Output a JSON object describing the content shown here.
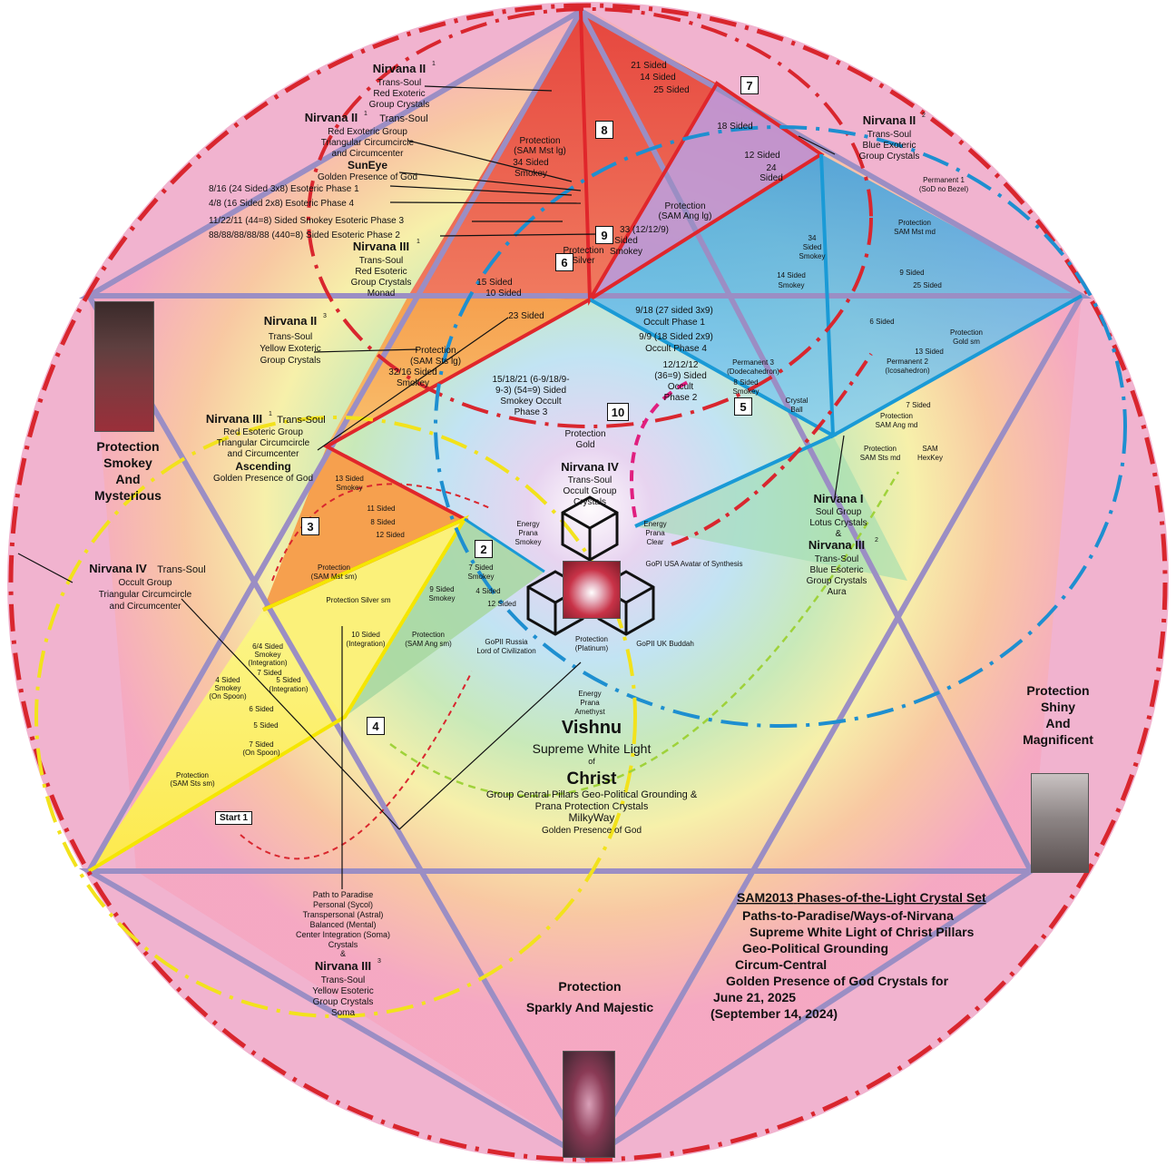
{
  "colors": {
    "background_circle": "#f1b3cf",
    "red_dash": "#d9262e",
    "yellow_dash": "#f2e21c",
    "blue_dash": "#1e8fd0",
    "green_dash": "#9fd23a",
    "triangle_edge": "#9b8ec4",
    "red_edge": "#e0262b",
    "yellow_edge": "#f5e600",
    "blue_edge": "#1a9ad6"
  },
  "labels": {
    "n2_red_title": "Nirvana II",
    "n2_red_l1": "Trans-Soul",
    "n2_red_l2": "Red Exoteric",
    "n2_red_l3": "Group Crystals",
    "n2t_red_title": "Nirvana II",
    "n2t_red_title_rest": "Trans-Soul",
    "n2t_red_l1": "Red Exoteric Group",
    "n2t_red_l2": "Triangular Circumcircle",
    "n2t_red_l3": "and Circumcenter",
    "suneye": "SunEye",
    "suneye_sub": "Golden Presence of God",
    "phase1": "8/16 (24 Sided 3x8) Esoteric Phase 1",
    "phase4": "4/8 (16 Sided 2x8) Esoteric Phase 4",
    "phase3": "11/22/11 (44=8) Sided Smokey Esoteric Phase 3",
    "phase2": "88/88/88/88/88 (440=8) Sided Esoteric Phase 2",
    "n3_red_title": "Nirvana III",
    "n3_red_l1": "Trans-Soul",
    "n3_red_l2": "Red  Esoteric",
    "n3_red_l3": "Group Crystals",
    "n3_red_l4": "Monad",
    "top_21": "21 Sided",
    "top_14": "14 Sided",
    "top_25": "25 Sided",
    "top_34": "34 Sided",
    "top_smokey": "Smokey",
    "top_prot": "Protection",
    "top_prot_sub": "(SAM Mst lg)",
    "s18": "18 Sided",
    "s12": "12 Sided",
    "s24a": "24",
    "s24b": "Sided",
    "prot_ang": "Protection",
    "prot_ang_sub": "(SAM Ang lg)",
    "s33a": "33 (12/12/9)",
    "s33b": "Sided",
    "s33c": "Smokey",
    "prot_silver": "Protection",
    "prot_silver_sub": "Silver",
    "n2_blue_title": "Nirvana II",
    "n2_blue_l1": "Trans-Soul",
    "n2_blue_l2": "Blue Exoteric",
    "n2_blue_l3": "Group Crystals",
    "perm1": "Permanent 1",
    "perm1_sub": "(SoD no Bezel)",
    "prot_mst_md": "Protection",
    "prot_mst_md_sub": "SAM Mst md",
    "s34_smokey_a": "34",
    "s34_smokey_b": "Sided",
    "s34_smokey_c": "Smokey",
    "s14_smokey_a": "14 Sided",
    "s14_smokey_b": "Smokey",
    "s9": "9 Sided",
    "s25": "25 Sided",
    "s6": "6 Sided",
    "prot_gold_sm": "Protection",
    "prot_gold_sm_sub": "Gold sm",
    "s13": "13 Sided",
    "perm2": "Permanent 2",
    "perm2_sub": "(Icosahedron)",
    "perm3": "Permanent 3",
    "perm3_sub": "(Dodecahedron)",
    "s8_smokey_a": "8 Sided",
    "s8_smokey_b": "Smokey",
    "crystal_ball_a": "Crystal",
    "crystal_ball_b": "Ball",
    "s7": "7 Sided",
    "prot_ang_md": "Protection",
    "prot_ang_md_sub": "SAM Ang md",
    "prot_sts_md": "Protection",
    "prot_sts_md_sub": "SAM Sts md",
    "sam_hexkey_a": "SAM",
    "sam_hexkey_b": "HexKey",
    "s15": "15 Sided",
    "s10": "10 Sided",
    "s23": "23 Sided",
    "n2_yellow_title": "Nirvana II",
    "n2_yellow_l1": "Trans-Soul",
    "n2_yellow_l2": "Yellow Exoteric",
    "n2_yellow_l3": "Group Crystals",
    "prot_sts_lg": "Protection",
    "prot_sts_lg_sub": "(SAM Sts lg)",
    "s32_16": "32/16 Sided",
    "s32_smokey": "Smokey",
    "occ1_a": "9/18 (27 sided 3x9)",
    "occ1_b": "Occult Phase 1",
    "occ4_a": "9/9 (18 Sided 2x9)",
    "occ4_b": "Occult Phase 4",
    "occ3_a": "15/18/21 (6-9/18/9-",
    "occ3_b": "9-3) (54=9) Sided",
    "occ3_c": "Smokey Occult",
    "occ3_d": "Phase 3",
    "occ2_a": "12/12/12",
    "occ2_b": "(36=9) Sided",
    "occ2_c": "Occult",
    "occ2_d": "Phase 2",
    "prot_gold": "Protection",
    "prot_gold_sub": "Gold",
    "n4_occult_title": "Nirvana IV",
    "n4_occult_l1": "Trans-Soul",
    "n4_occult_l2": "Occult Group",
    "n4_occult_l3": "Crystals",
    "n3_ascend_title": "Nirvana III",
    "n3_ascend_title_rest": "Trans-Soul",
    "n3_ascend_l1": "Red  Esoteric Group",
    "n3_ascend_l2": "Triangular Circumcircle",
    "n3_ascend_l3": "and Circumcenter",
    "ascending": "Ascending",
    "ascending_sub": "Golden Presence of God",
    "s13_smokey_a": "13 Sided",
    "s13_smokey_b": "Smokey",
    "s11": "11 Sided",
    "s8": "8 Sided",
    "s12b": "12 Sided",
    "prot_mst_sm": "Protection",
    "prot_mst_sm_sub": "(SAM Mst sm)",
    "s7_smokey_a": "7 Sided",
    "s7_smokey_b": "Smokey",
    "s9_smokey_a": "9 Sided",
    "s9_smokey_b": "Smokey",
    "s4": "4 Sided",
    "s12c": "12 Sided",
    "prot_ang_sm": "Protection",
    "prot_ang_sm_sub": "(SAM Ang sm)",
    "gopii_russia_a": "GoPII Russia",
    "gopii_russia_b": "Lord of Civilization",
    "energy_smokey_a": "Energy",
    "energy_smokey_b": "Prana",
    "energy_smokey_c": "Smokey",
    "energy_clear_a": "Energy",
    "energy_clear_b": "Prana",
    "energy_clear_c": "Clear",
    "gopi_usa": "GoPI USA Avatar of Synthesis",
    "gopii_uk": "GoPII UK Buddah",
    "prot_platinum": "Protection",
    "prot_platinum_sub": "(Platinum)",
    "energy_amethyst_a": "Energy",
    "energy_amethyst_b": "Prana",
    "energy_amethyst_c": "Amethyst",
    "n1_title": "Nirvana I",
    "n1_l1": "Soul Group",
    "n1_l2": "Lotus Crystals",
    "n1_l3": "&",
    "n3_blue_title": "Nirvana III",
    "n3_blue_l1": "Trans-Soul",
    "n3_blue_l2": "Blue  Esoteric",
    "n3_blue_l3": "Group Crystals",
    "n3_blue_l4": "Aura",
    "prot_silver_sm": "Protection Silver sm",
    "s6_4_a": "6/4 Sided",
    "s6_4_b": "Smokey",
    "s6_4_c": "(Integration)",
    "s7b": "7 Sided",
    "s10_int_a": "10 Sided",
    "s10_int_b": "(Integration)",
    "s5_int_a": "5 Sided",
    "s5_int_b": "(Integration)",
    "s4_spoon_a": "4 Sided",
    "s4_spoon_b": "Smokey",
    "s4_spoon_c": "(On Spoon)",
    "s6b": "6 Sided",
    "s5b": "5 Sided",
    "s7_spoon_a": "7 Sided",
    "s7_spoon_b": "(On Spoon)",
    "prot_sts_sm": "Protection",
    "prot_sts_sm_sub": "(SAM Sts sm)",
    "n4_left_title": "Nirvana IV",
    "n4_left_title_rest": "Trans-Soul",
    "n4_left_l1": "Occult Group",
    "n4_left_l2": "Triangular Circumcircle",
    "n4_left_l3": "and Circumcenter",
    "vishnu": "Vishnu",
    "swl": "Supreme White Light",
    "of": "of",
    "christ": "Christ",
    "pillars_a": "Group Central Pillars Geo-Political Grounding &",
    "pillars_b": "Prana Protection Crystals",
    "milkyway": "MilkyWay",
    "milkyway_sub": "Golden Presence of God",
    "path_a": "Path to Paradise",
    "path_b": "Personal (Sycol)",
    "path_c": "Transpersonal (Astral)",
    "path_d": "Balanced (Mental)",
    "path_e": "Center Integration (Soma)",
    "path_f": "Crystals",
    "path_g": "&",
    "n3_yellow_title": "Nirvana III",
    "n3_yellow_l1": "Trans-Soul",
    "n3_yellow_l2": "Yellow  Esoteric",
    "n3_yellow_l3": "Group Crystals",
    "n3_yellow_l4": "Soma",
    "sup1": "1",
    "sup2": "2",
    "sup3": "3"
  },
  "side_labels": {
    "smokey_a": "Protection",
    "smokey_b": "Smokey",
    "smokey_c": "And",
    "smokey_d": "Mysterious",
    "shiny_a": "Protection",
    "shiny_b": "Shiny",
    "shiny_c": "And",
    "shiny_d": "Magnificent",
    "sparkly_a": "Protection",
    "sparkly_b": "Sparkly And Majestic"
  },
  "set_title": {
    "l1a": "SAM2013",
    "l1b": "Phases-of-the-Light",
    "l1c": "Crystal",
    "l1d": "Set",
    "l2": "Paths-to-Paradise/Ways-of-Nirvana",
    "l3": "Supreme White Light of Christ Pillars",
    "l4": "Geo-Political Grounding",
    "l5": "Circum-Central",
    "l6": "Golden Presence of God Crystals for",
    "l7": "June  21, 2025",
    "l8": "(September 14, 2024)"
  },
  "step_boxes": [
    "1",
    "2",
    "3",
    "4",
    "5",
    "6",
    "7",
    "8",
    "9",
    "10"
  ],
  "start": "Start 1"
}
